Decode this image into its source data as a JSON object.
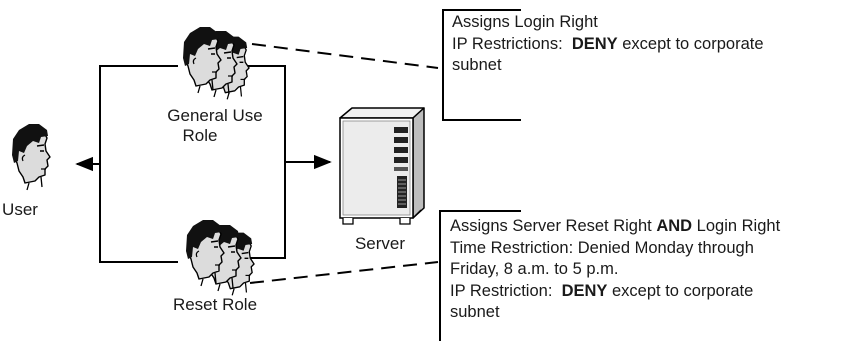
{
  "labels": {
    "user": "User",
    "general_role_line1": "General Use",
    "general_role_line2": "Role",
    "reset_role": "Reset Role",
    "server": "Server"
  },
  "general_note": {
    "line1": "Assigns Login Right",
    "line2_prefix": "IP Restrictions:  ",
    "line2_bold": "DENY",
    "line2_suffix": " except to corporate",
    "line3": "subnet"
  },
  "reset_note": {
    "line1_prefix": "Assigns Server Reset Right ",
    "line1_bold": "AND",
    "line1_suffix": " Login Right",
    "line2": "Time Restriction:  Denied Monday through",
    "line3": "Friday, 8 a.m. to 5 p.m.",
    "line4_prefix": "IP Restriction:  ",
    "line4_bold": "DENY",
    "line4_suffix": " except to corporate",
    "line5": "subnet"
  }
}
